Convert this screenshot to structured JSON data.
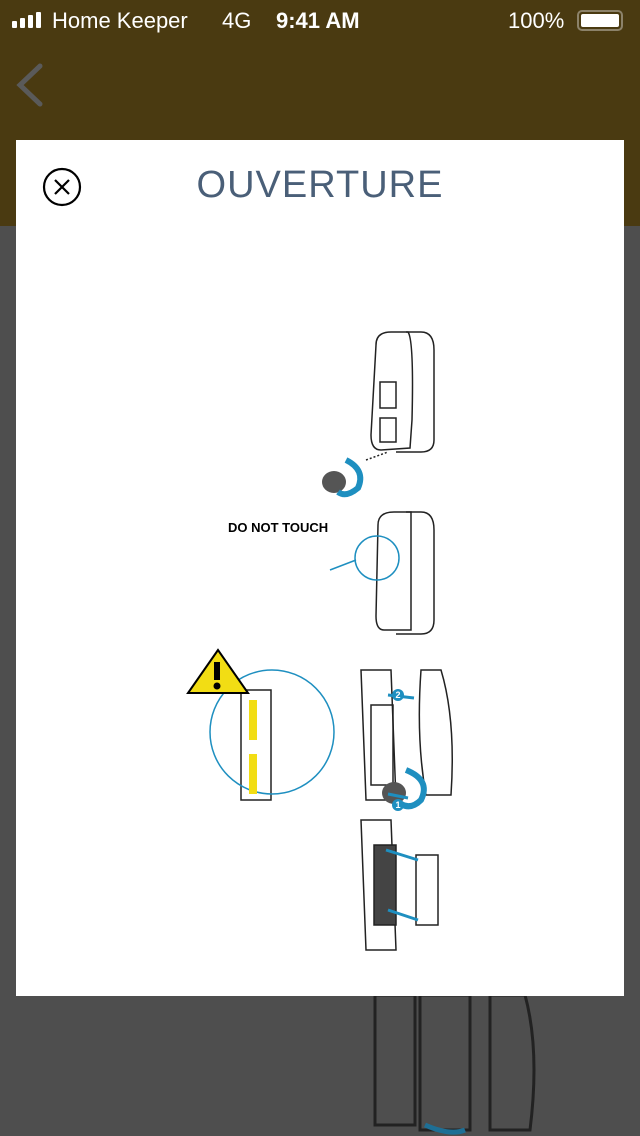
{
  "status_bar": {
    "carrier": "Home Keeper",
    "network": "4G",
    "time": "9:41 AM",
    "battery": "100%"
  },
  "nav": {
    "back_icon": "chevron-left-icon"
  },
  "modal": {
    "title": "OUVERTURE",
    "close_icon": "close-circle-icon",
    "illustration": {
      "warning_label": "DO NOT TOUCH",
      "step_1": "1",
      "step_2": "2"
    }
  },
  "colors": {
    "header": "#4a3a11",
    "title": "#4a5f78",
    "accent": "#1e8fc0",
    "warning": "#f2dd14"
  }
}
